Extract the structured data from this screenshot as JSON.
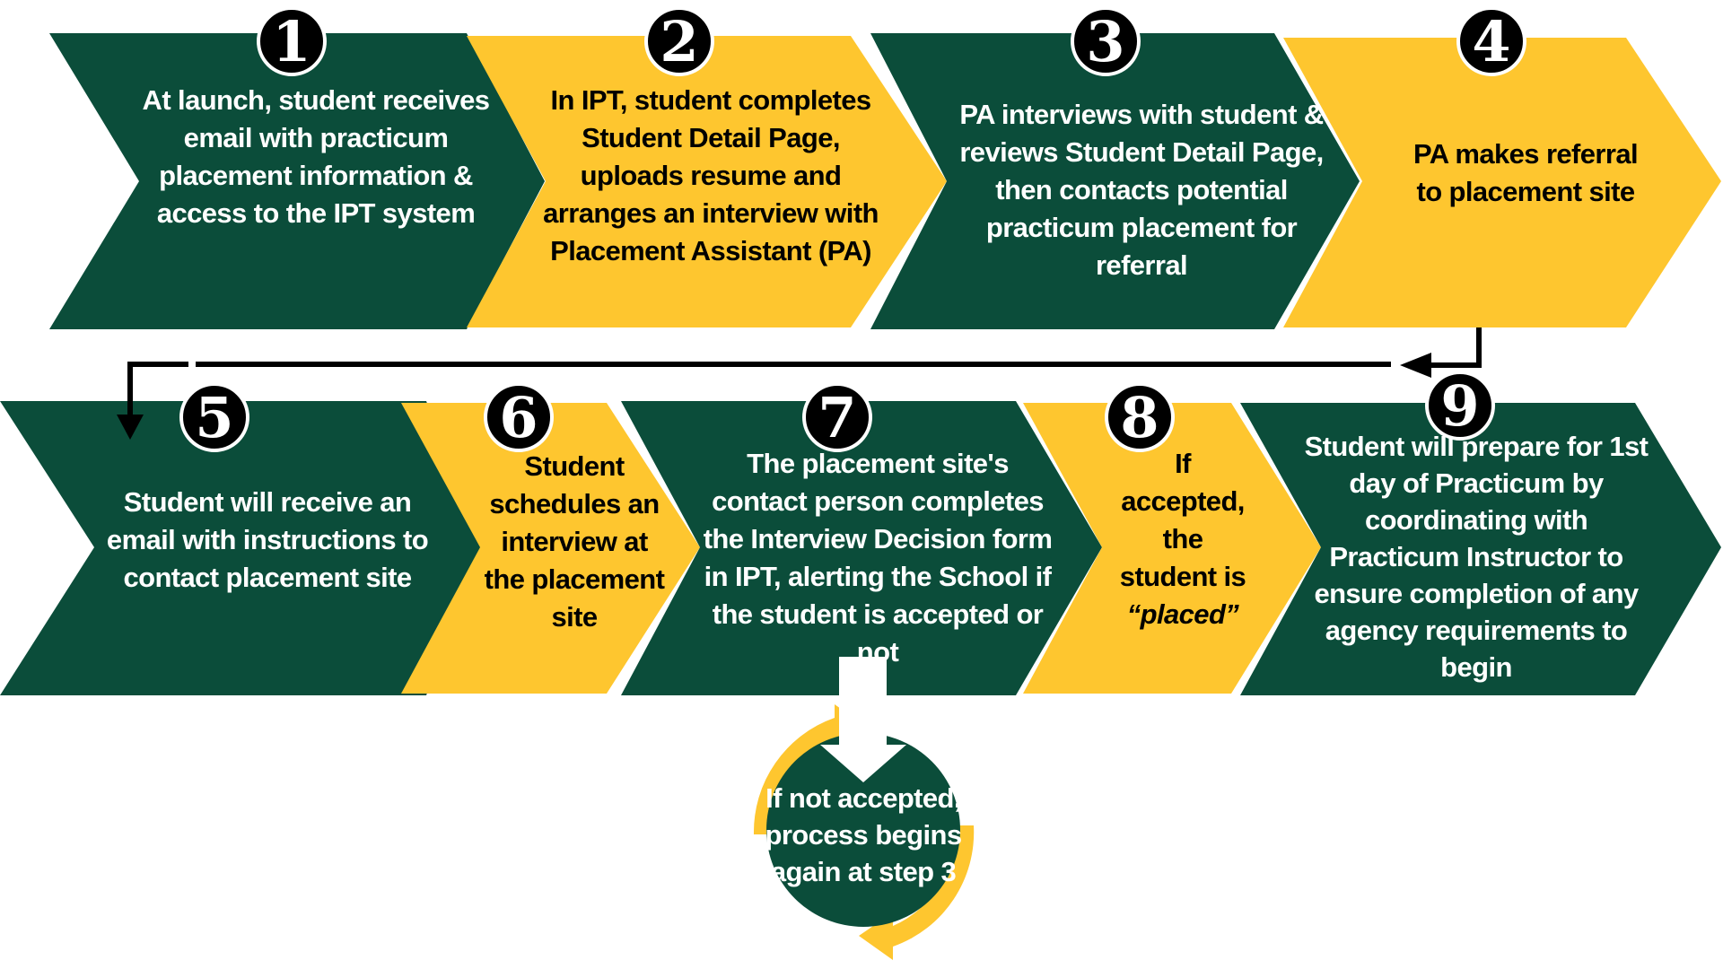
{
  "colors": {
    "green": "#0b4d3a",
    "yellow": "#fec62f",
    "white": "#ffffff",
    "black": "#000000"
  },
  "steps": [
    {
      "number": "1",
      "color": "green",
      "lines": [
        "At launch, student receives",
        "email with practicum",
        "placement information &",
        "access to the IPT system"
      ]
    },
    {
      "number": "2",
      "color": "yellow",
      "lines": [
        "In IPT, student completes",
        "Student Detail Page,",
        "uploads resume and",
        "arranges an interview with",
        "Placement Assistant (PA)"
      ]
    },
    {
      "number": "3",
      "color": "green",
      "lines": [
        "PA interviews with student &",
        "reviews Student Detail Page,",
        "then contacts potential",
        "practicum placement  for",
        "referral"
      ]
    },
    {
      "number": "4",
      "color": "yellow",
      "lines": [
        "PA makes referral",
        "to placement site"
      ]
    },
    {
      "number": "5",
      "color": "green",
      "lines": [
        "Student will receive an",
        "email with instructions to",
        "contact placement site"
      ]
    },
    {
      "number": "6",
      "color": "yellow",
      "lines": [
        "Student",
        "schedules an",
        "interview at",
        "the placement",
        "site"
      ]
    },
    {
      "number": "7",
      "color": "green",
      "lines": [
        "The placement site's",
        "contact person completes",
        "the Interview Decision form",
        "in IPT, alerting the School if",
        "the student is accepted or",
        "not"
      ]
    },
    {
      "number": "8",
      "color": "yellow",
      "lines": [
        "If",
        "accepted,",
        "the",
        "student is",
        "“placed”"
      ]
    },
    {
      "number": "9",
      "color": "green",
      "lines": [
        "Student will prepare for 1st",
        "day of Practicum by",
        "coordinating with",
        "Practicum Instructor to",
        "ensure completion of any",
        "agency requirements to",
        "begin"
      ]
    }
  ],
  "loop": {
    "lines": [
      "If not accepted,",
      "process begins",
      "again at step 3"
    ]
  },
  "connections": [
    {
      "from": "4",
      "to": "5",
      "kind": "row-wrap"
    },
    {
      "from": "7",
      "to": "loop",
      "kind": "down-arrow"
    }
  ]
}
